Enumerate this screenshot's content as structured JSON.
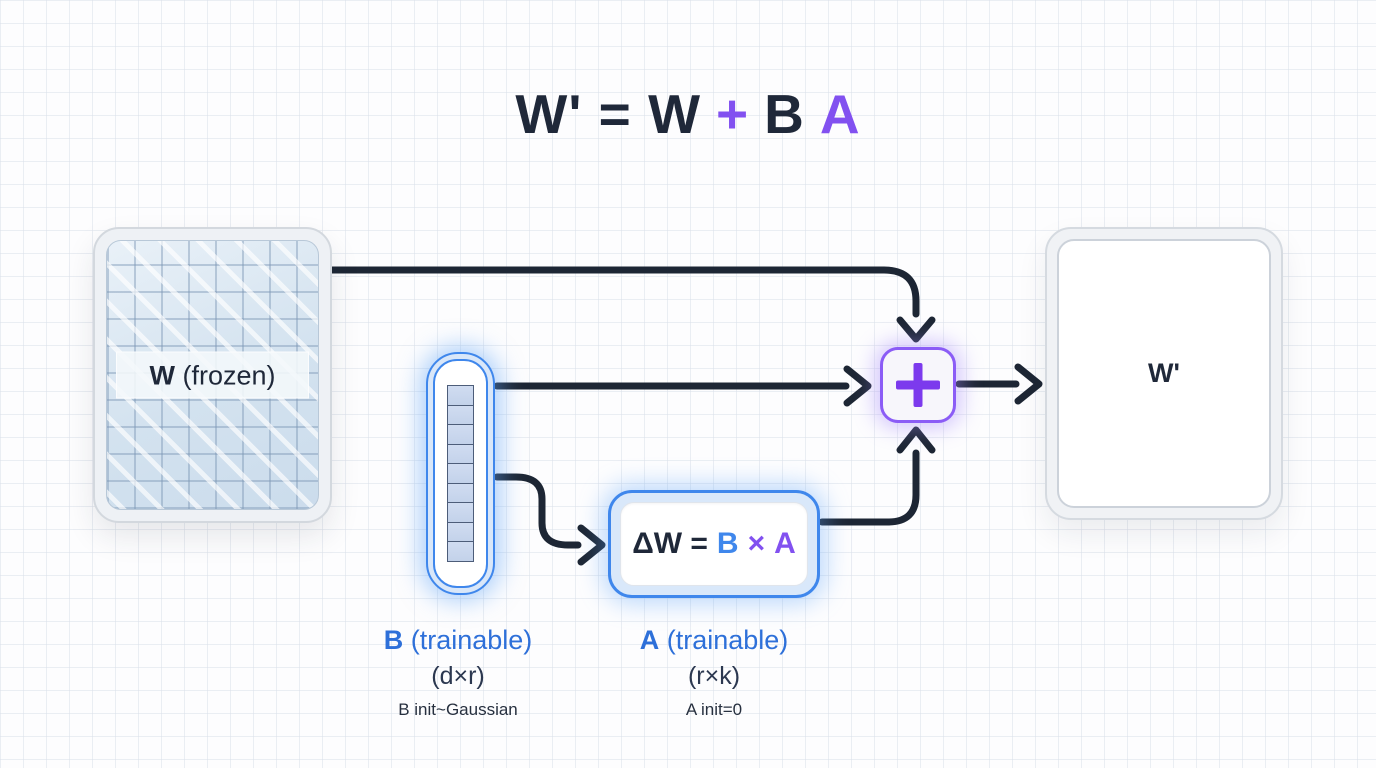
{
  "formula": {
    "lhs": "W' = W",
    "plus": "+",
    "b": "B",
    "a": "A"
  },
  "w_box": {
    "label_bold": "W",
    "label_rest": " (frozen)"
  },
  "b_matrix": {
    "cell_count": 9
  },
  "delta_box": {
    "lhs": "ΔW =",
    "b": "B",
    "times": "×",
    "a": "A"
  },
  "plus_node": {
    "symbol": "+"
  },
  "w_prime_box": {
    "label": "W'"
  },
  "b_label": {
    "name": "B",
    "trainable": " (trainable)",
    "dims": "(d×r)",
    "init": "B init~Gaussian"
  },
  "a_label": {
    "name": "A",
    "trainable": " (trainable)",
    "dims": "(r×k)",
    "init": "A init=0"
  },
  "colors": {
    "dark": "#1f2839",
    "purple": "#8251f0",
    "purple_deep": "#7c3aed",
    "blue_text": "#2e70d9",
    "blue_stroke": "#3f87ec",
    "arrow": "#1d2634"
  }
}
